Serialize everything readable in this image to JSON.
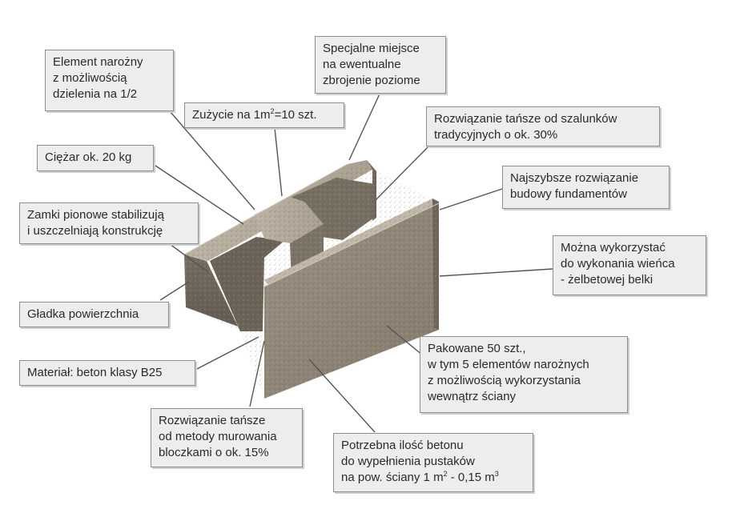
{
  "colors": {
    "box_bg": "#ededed",
    "box_border": "#8f8f8f",
    "leader_line": "#555555",
    "concrete_light": "#b9ae9f",
    "concrete_mid": "#8f8577",
    "concrete_dark": "#5e564b"
  },
  "callouts": {
    "corner_element": [
      "Element narożny",
      "z możliwością",
      "dzielenia na 1/2"
    ],
    "special_place": [
      "Specjalne miejsce",
      "na ewentualne",
      "zbrojenie poziome"
    ],
    "usage": {
      "prefix": "Zużycie na 1m",
      "sup": "2",
      "suffix": "=10 szt."
    },
    "cheaper_formwork": [
      "Rozwiązanie tańsze od szalunków",
      "tradycyjnych o ok. 30%"
    ],
    "weight": "Ciężar ok. 20 kg",
    "fastest": [
      "Najszybsze rozwiązanie",
      "budowy fundamentów"
    ],
    "locks": [
      "Zamki pionowe stabilizują",
      "i uszczelniają konstrukcję"
    ],
    "ring_beam": [
      "Można wykorzystać",
      "do wykonania wieńca",
      "- żelbetowej belki"
    ],
    "smooth_surface": "Gładka powierzchnia",
    "packed": [
      "Pakowane 50 szt.,",
      "w tym 5 elementów narożnych",
      "z możliwością wykorzystania",
      "wewnątrz ściany"
    ],
    "material": "Materiał: beton klasy B25",
    "cheaper_masonry": [
      "Rozwiązanie tańsze",
      "od metody murowania",
      "bloczkami o ok. 15%"
    ],
    "concrete_needed": {
      "line1": "Potrzebna ilość betonu",
      "line2": "do wypełnienia pustaków",
      "line3_prefix": "na pow. ściany 1 m",
      "line3_sup1": "2",
      "line3_mid": " - 0,15 m",
      "line3_sup2": "3"
    }
  }
}
